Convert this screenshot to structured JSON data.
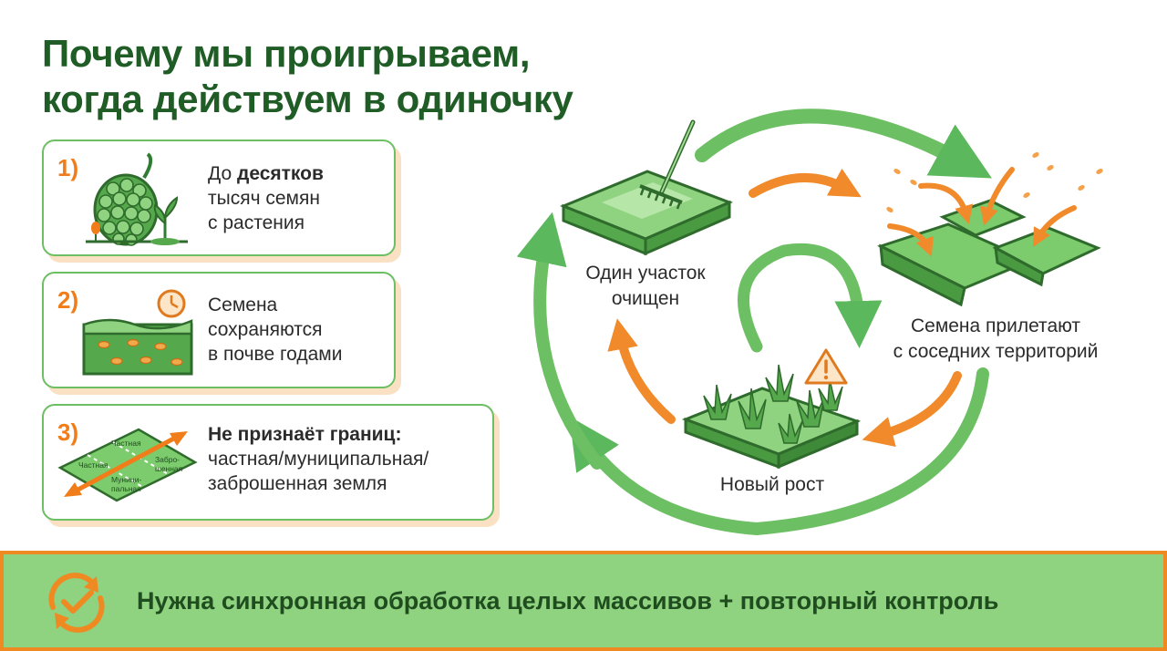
{
  "title": {
    "line1": "Почему мы проигрываем,",
    "line2": "когда действуем в одиночку"
  },
  "cards": [
    {
      "number": "1)",
      "text_lines": [
        "тысяч семян",
        "с растения"
      ],
      "text_prefix": "До ",
      "text_bold": "десятков",
      "icon": "seed-plant-icon"
    },
    {
      "number": "2)",
      "text_lines": [
        "Семена",
        "сохраняются",
        "в почве годами"
      ],
      "icon": "soil-clock-icon"
    },
    {
      "number": "3)",
      "text_bold": "Не признаёт границ:",
      "text_lines": [
        "частная/муниципальная/",
        "заброшенная земля"
      ],
      "map_labels": {
        "private": "Частная",
        "municipal_1": "Муници-",
        "municipal_2": "пальная",
        "abandoned_1": "Забро-",
        "abandoned_2": "шенная",
        "private_small": "Частная"
      },
      "icon": "land-plots-icon"
    }
  ],
  "cycle": {
    "cleared": [
      "Один участок",
      "очищен"
    ],
    "seeds_arrive": [
      "Семена прилетают",
      "с соседних территорий"
    ],
    "new_growth": "Новый рост",
    "icons": [
      "rake-icon",
      "seeds-falling-icon",
      "grass-icon",
      "warning-icon"
    ]
  },
  "banner": {
    "text": "Нужна синхронная обработка целых массивов + повторный контроль",
    "icon": "sync-check-icon"
  },
  "colors": {
    "title_green": "#1f5c26",
    "card_border": "#6cbf62",
    "accent_orange": "#f07d1a",
    "cycle_green": "#5cb85c",
    "banner_fill": "#8fd27f",
    "banner_border": "#ef8a23"
  }
}
